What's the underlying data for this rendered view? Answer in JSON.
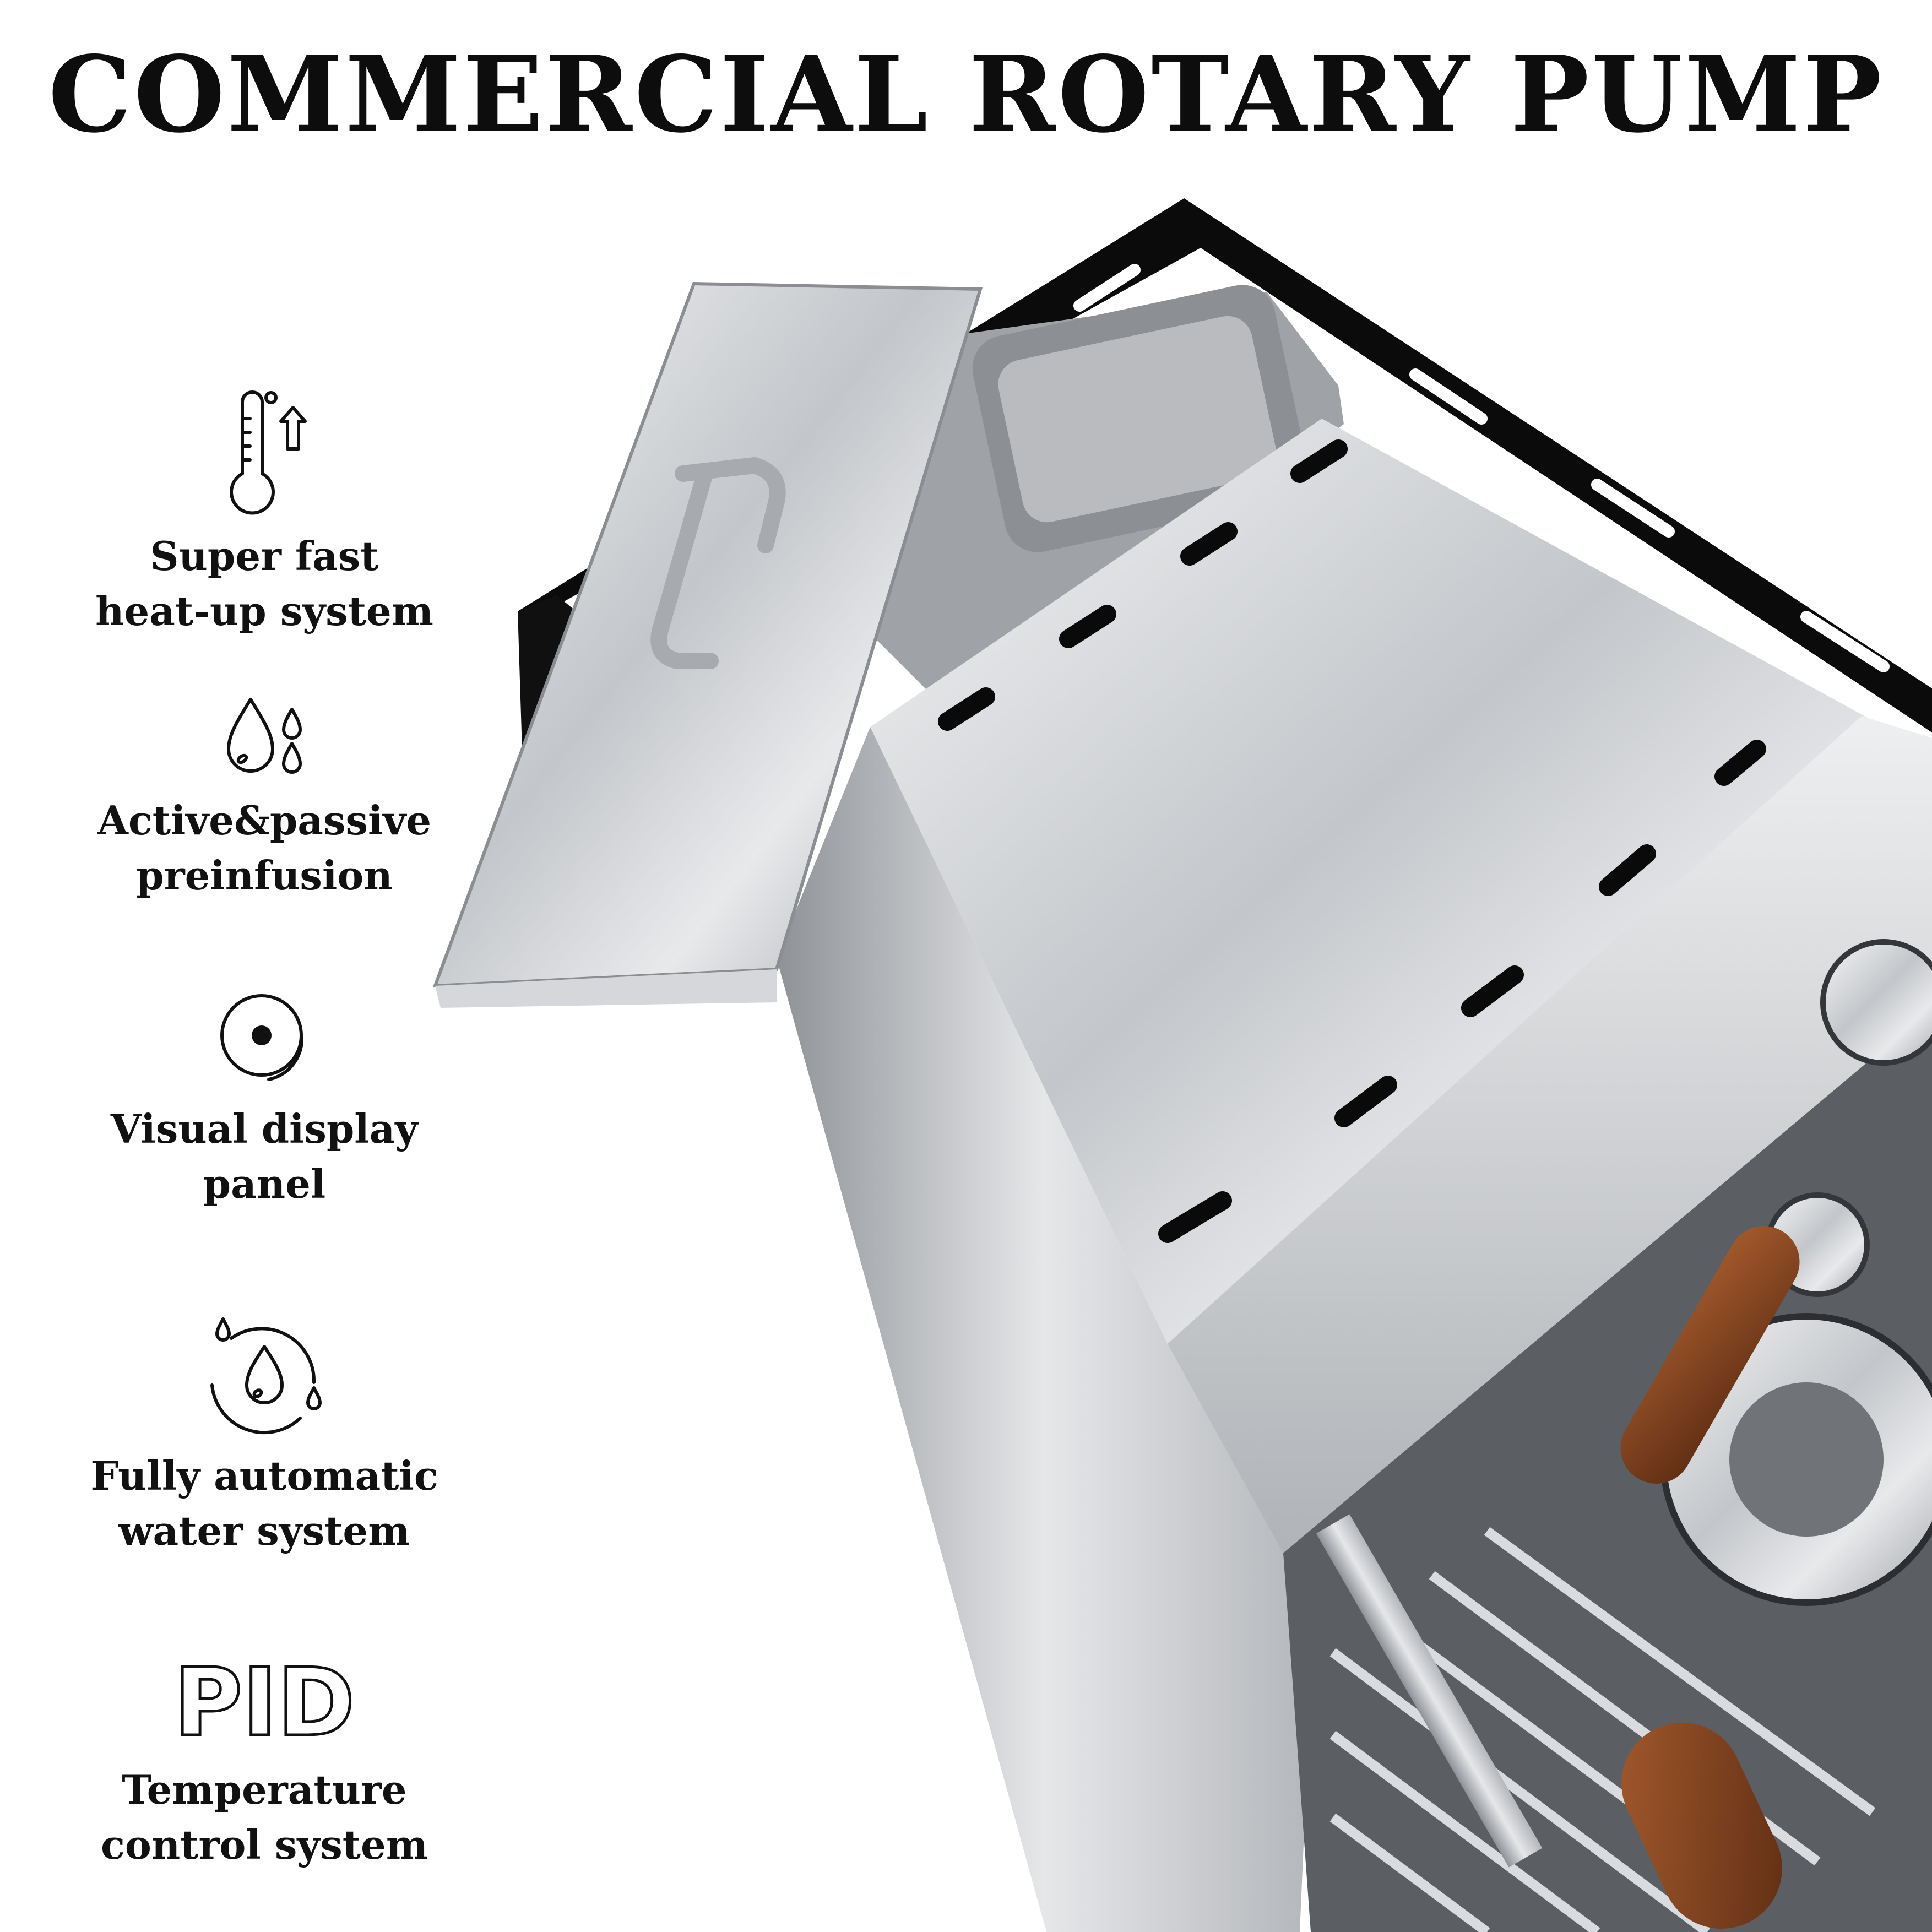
{
  "header": {
    "title": "COMMERCIAL ROTARY PUMP"
  },
  "features": [
    {
      "icon": "thermometer-up-icon",
      "line1": "Super fast",
      "line2": "heat-up system"
    },
    {
      "icon": "water-drops-icon",
      "line1": "Active&passive",
      "line2": "preinfusion"
    },
    {
      "icon": "dial-display-icon",
      "line1": "Visual display",
      "line2": "panel"
    },
    {
      "icon": "water-cycle-icon",
      "line1": "Fully automatic",
      "line2": "water system"
    },
    {
      "icon": "pid-icon",
      "icon_text": "PID",
      "line1": "Temperature",
      "line2": "control system"
    }
  ],
  "colors": {
    "text": "#111111",
    "background": "#ffffff",
    "steel": "#c9ccd0",
    "frame": "#0b0b0b",
    "wood": "#7a3d1d"
  }
}
